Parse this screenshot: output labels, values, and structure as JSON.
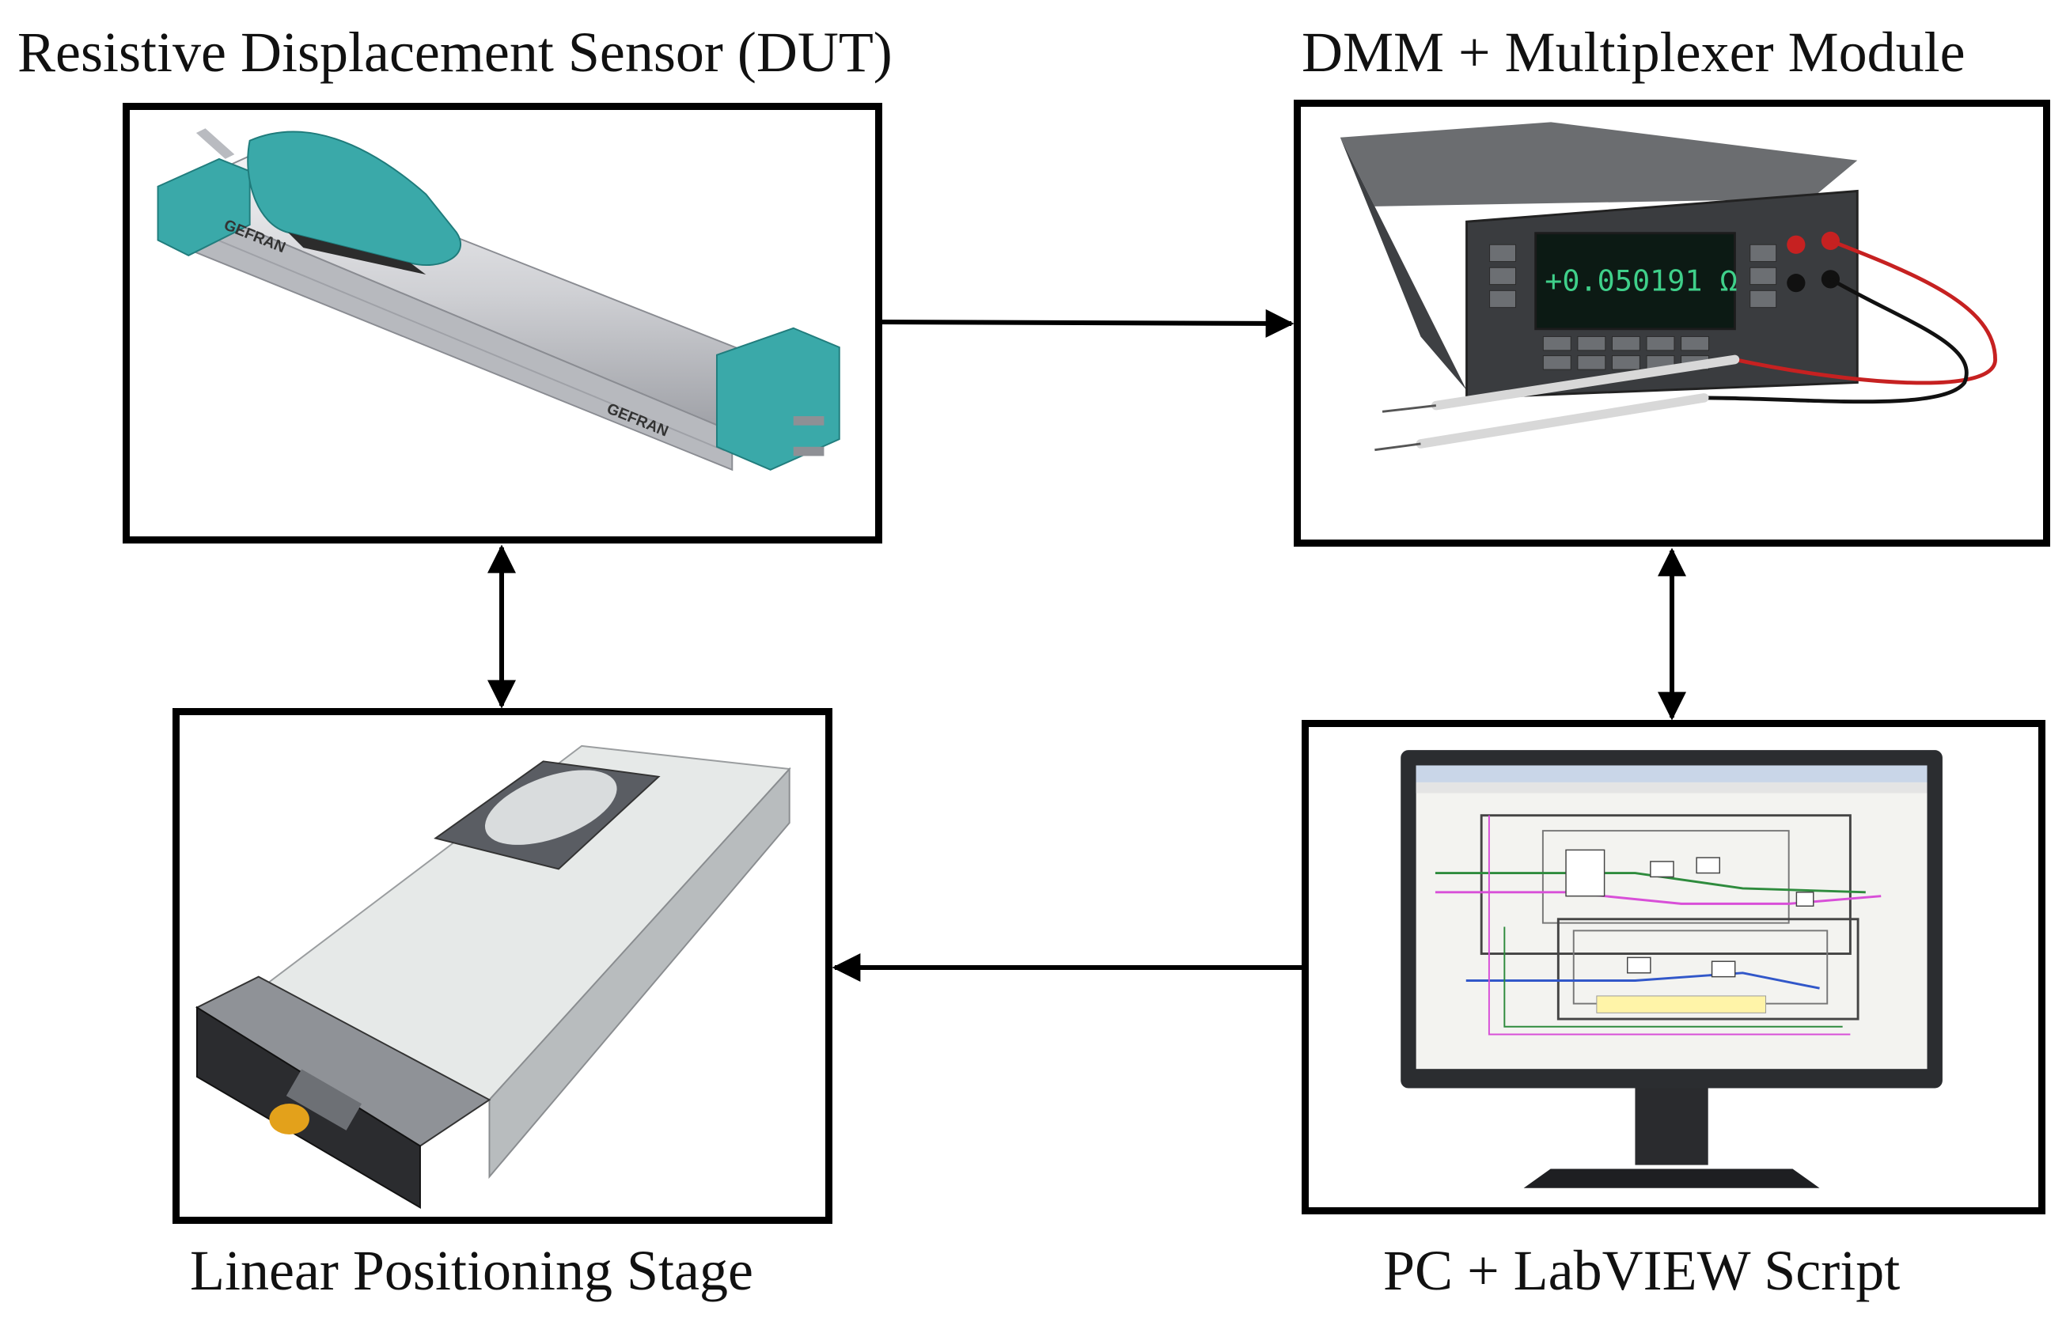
{
  "blocks": {
    "sensor": {
      "label": "Resistive Displacement Sensor (DUT)",
      "brand_text": "GEFRAN",
      "colors": {
        "housing": "#3aa9a9",
        "body": "#d4d4d8"
      }
    },
    "dmm": {
      "label": "DMM + Multiplexer Module",
      "reading": "+0.050191 Ω",
      "colors": {
        "display": "#0c1a14",
        "reading": "#3fd08a",
        "chassis": "#55575a",
        "lead_red": "#c62121",
        "lead_black": "#111111"
      }
    },
    "stage": {
      "label": "Linear Positioning Stage",
      "colors": {
        "carriage": "#5a5d63",
        "bed": "#e6e9e8",
        "knob": "#e3a11b"
      }
    },
    "pc": {
      "label": "PC + LabVIEW Script",
      "colors": {
        "bezel": "#2b2d30",
        "screen": "#f3f3f0",
        "wire_green": "#2e8b3d",
        "wire_pink": "#d84fd8",
        "wire_blue": "#3157c9"
      }
    }
  },
  "connections": [
    {
      "from": "sensor",
      "to": "dmm",
      "direction": "one-way"
    },
    {
      "from": "sensor",
      "to": "stage",
      "direction": "two-way"
    },
    {
      "from": "dmm",
      "to": "pc",
      "direction": "two-way"
    },
    {
      "from": "pc",
      "to": "stage",
      "direction": "one-way"
    }
  ]
}
